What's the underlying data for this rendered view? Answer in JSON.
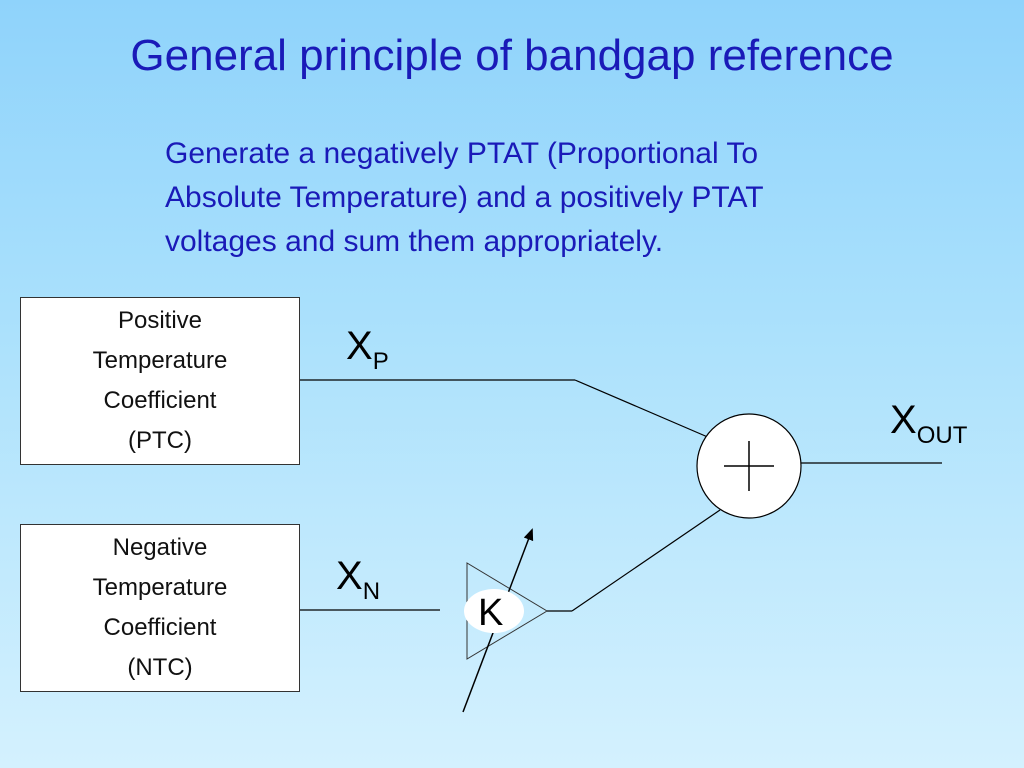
{
  "title": "General principle of bandgap reference",
  "intro_lines": [
    "Generate a negatively PTAT (Proportional To",
    "Absolute Temperature) and a positively PTAT",
    "voltages and sum them appropriately."
  ],
  "ptc_block": [
    "Positive",
    "Temperature",
    "Coefficient",
    "(PTC)"
  ],
  "ntc_block": [
    "Negative",
    "Temperature",
    "Coefficient",
    "(NTC)"
  ],
  "labels": {
    "xp": {
      "main": "X",
      "sub": "P"
    },
    "xn": {
      "main": "X",
      "sub": "N"
    },
    "xout": {
      "main": "X",
      "sub": "OUT"
    },
    "gain": "K"
  }
}
